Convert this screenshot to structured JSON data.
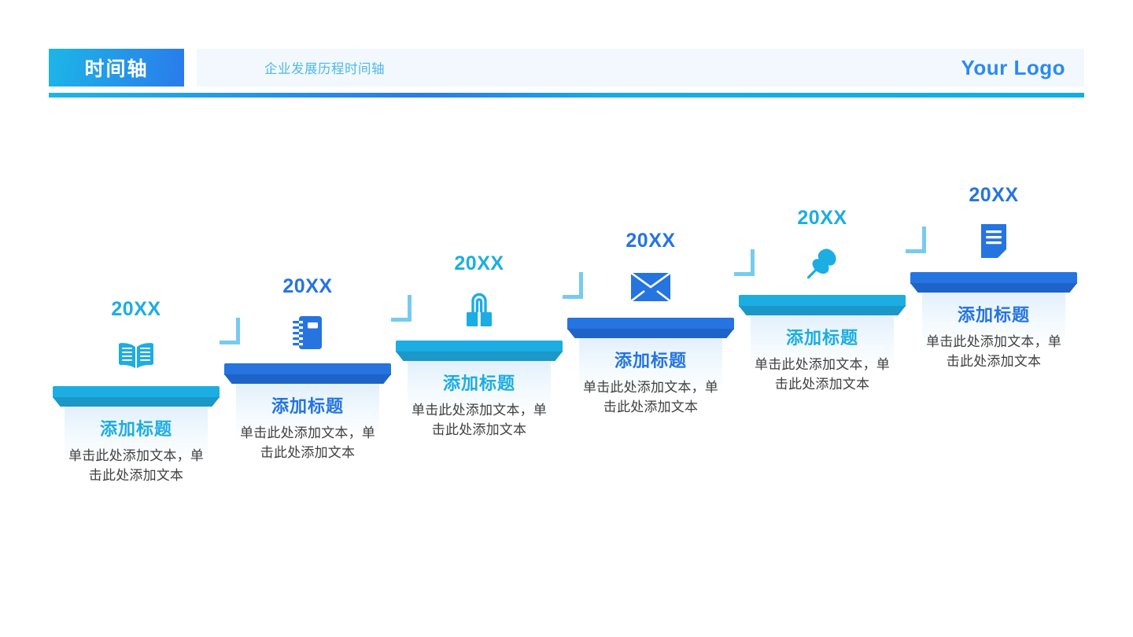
{
  "header": {
    "badge_label": "时间轴",
    "subtitle": "企业发展历程时间轴",
    "logo": "Your Logo",
    "badge_gradient_from": "#1CB6E8",
    "badge_gradient_to": "#2A7BEA",
    "bar_background": "#F2F8FD",
    "subtitle_color": "#4EB8E8",
    "logo_color": "#2A8AF0"
  },
  "theme": {
    "cyan": "#1CADE2",
    "cyan_dark": "#1B97C8",
    "blue": "#2574E0",
    "blue_dark": "#1E63C8",
    "connector": "#76CBEF",
    "body_text": "#3F3F3F",
    "background": "#FFFFFF"
  },
  "timeline": {
    "steps": [
      {
        "year": "20XX",
        "icon": "open-book-icon",
        "title": "添加标题",
        "desc": "单击此处添加文本，单击此处添加文本",
        "color": "#1CADE2",
        "color_dark": "#1B97C8"
      },
      {
        "year": "20XX",
        "icon": "notebook-icon",
        "title": "添加标题",
        "desc": "单击此处添加文本，单击此处添加文本",
        "color": "#2574E0",
        "color_dark": "#1E63C8"
      },
      {
        "year": "20XX",
        "icon": "binder-clip-icon",
        "title": "添加标题",
        "desc": "单击此处添加文本，单击此处添加文本",
        "color": "#1CADE2",
        "color_dark": "#1B97C8"
      },
      {
        "year": "20XX",
        "icon": "envelope-icon",
        "title": "添加标题",
        "desc": "单击此处添加文本，单击此处添加文本",
        "color": "#2574E0",
        "color_dark": "#1E63C8"
      },
      {
        "year": "20XX",
        "icon": "pushpin-icon",
        "title": "添加标题",
        "desc": "单击此处添加文本，单击此处添加文本",
        "color": "#1CADE2",
        "color_dark": "#1B97C8"
      },
      {
        "year": "20XX",
        "icon": "document-icon",
        "title": "添加标题",
        "desc": "单击此处添加文本，单击此处添加文本",
        "color": "#2574E0",
        "color_dark": "#1E63C8"
      }
    ]
  }
}
